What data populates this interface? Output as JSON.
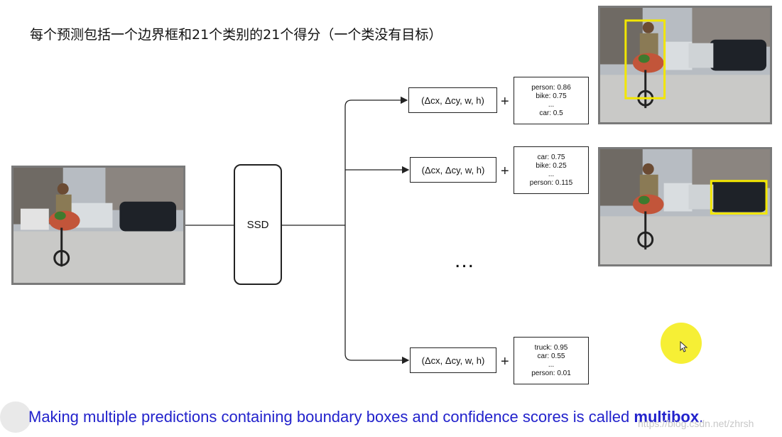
{
  "title": "每个预测包括一个边界框和21个类别的21个得分（一个类没有目标）",
  "ssd_label": "SSD",
  "predictions": [
    {
      "bbox_label": "(Δcx, Δcy, w, h)",
      "plus": "+",
      "scores": [
        "person: 0.86",
        "bike: 0.75",
        "...",
        "car: 0.5"
      ]
    },
    {
      "bbox_label": "(Δcx, Δcy, w, h)",
      "plus": "+",
      "scores": [
        "car: 0.75",
        "bike: 0.25",
        "...",
        "person: 0.115"
      ]
    },
    {
      "bbox_label": "(Δcx, Δcy, w, h)",
      "plus": "+",
      "scores": [
        "truck: 0.95",
        "car:  0.55",
        "...",
        "person: 0.01"
      ]
    }
  ],
  "ellipsis": "...",
  "caption_prefix": "Making multiple predictions containing boundary boxes and confidence scores is called ",
  "caption_bold": "multibox",
  "caption_suffix": ".",
  "watermark": "https://blog.csdn.net/zhrsh",
  "colors": {
    "caption": "#2222cc",
    "detection_box": "#f2e600",
    "cursor_highlight": "#f5ee2a"
  }
}
